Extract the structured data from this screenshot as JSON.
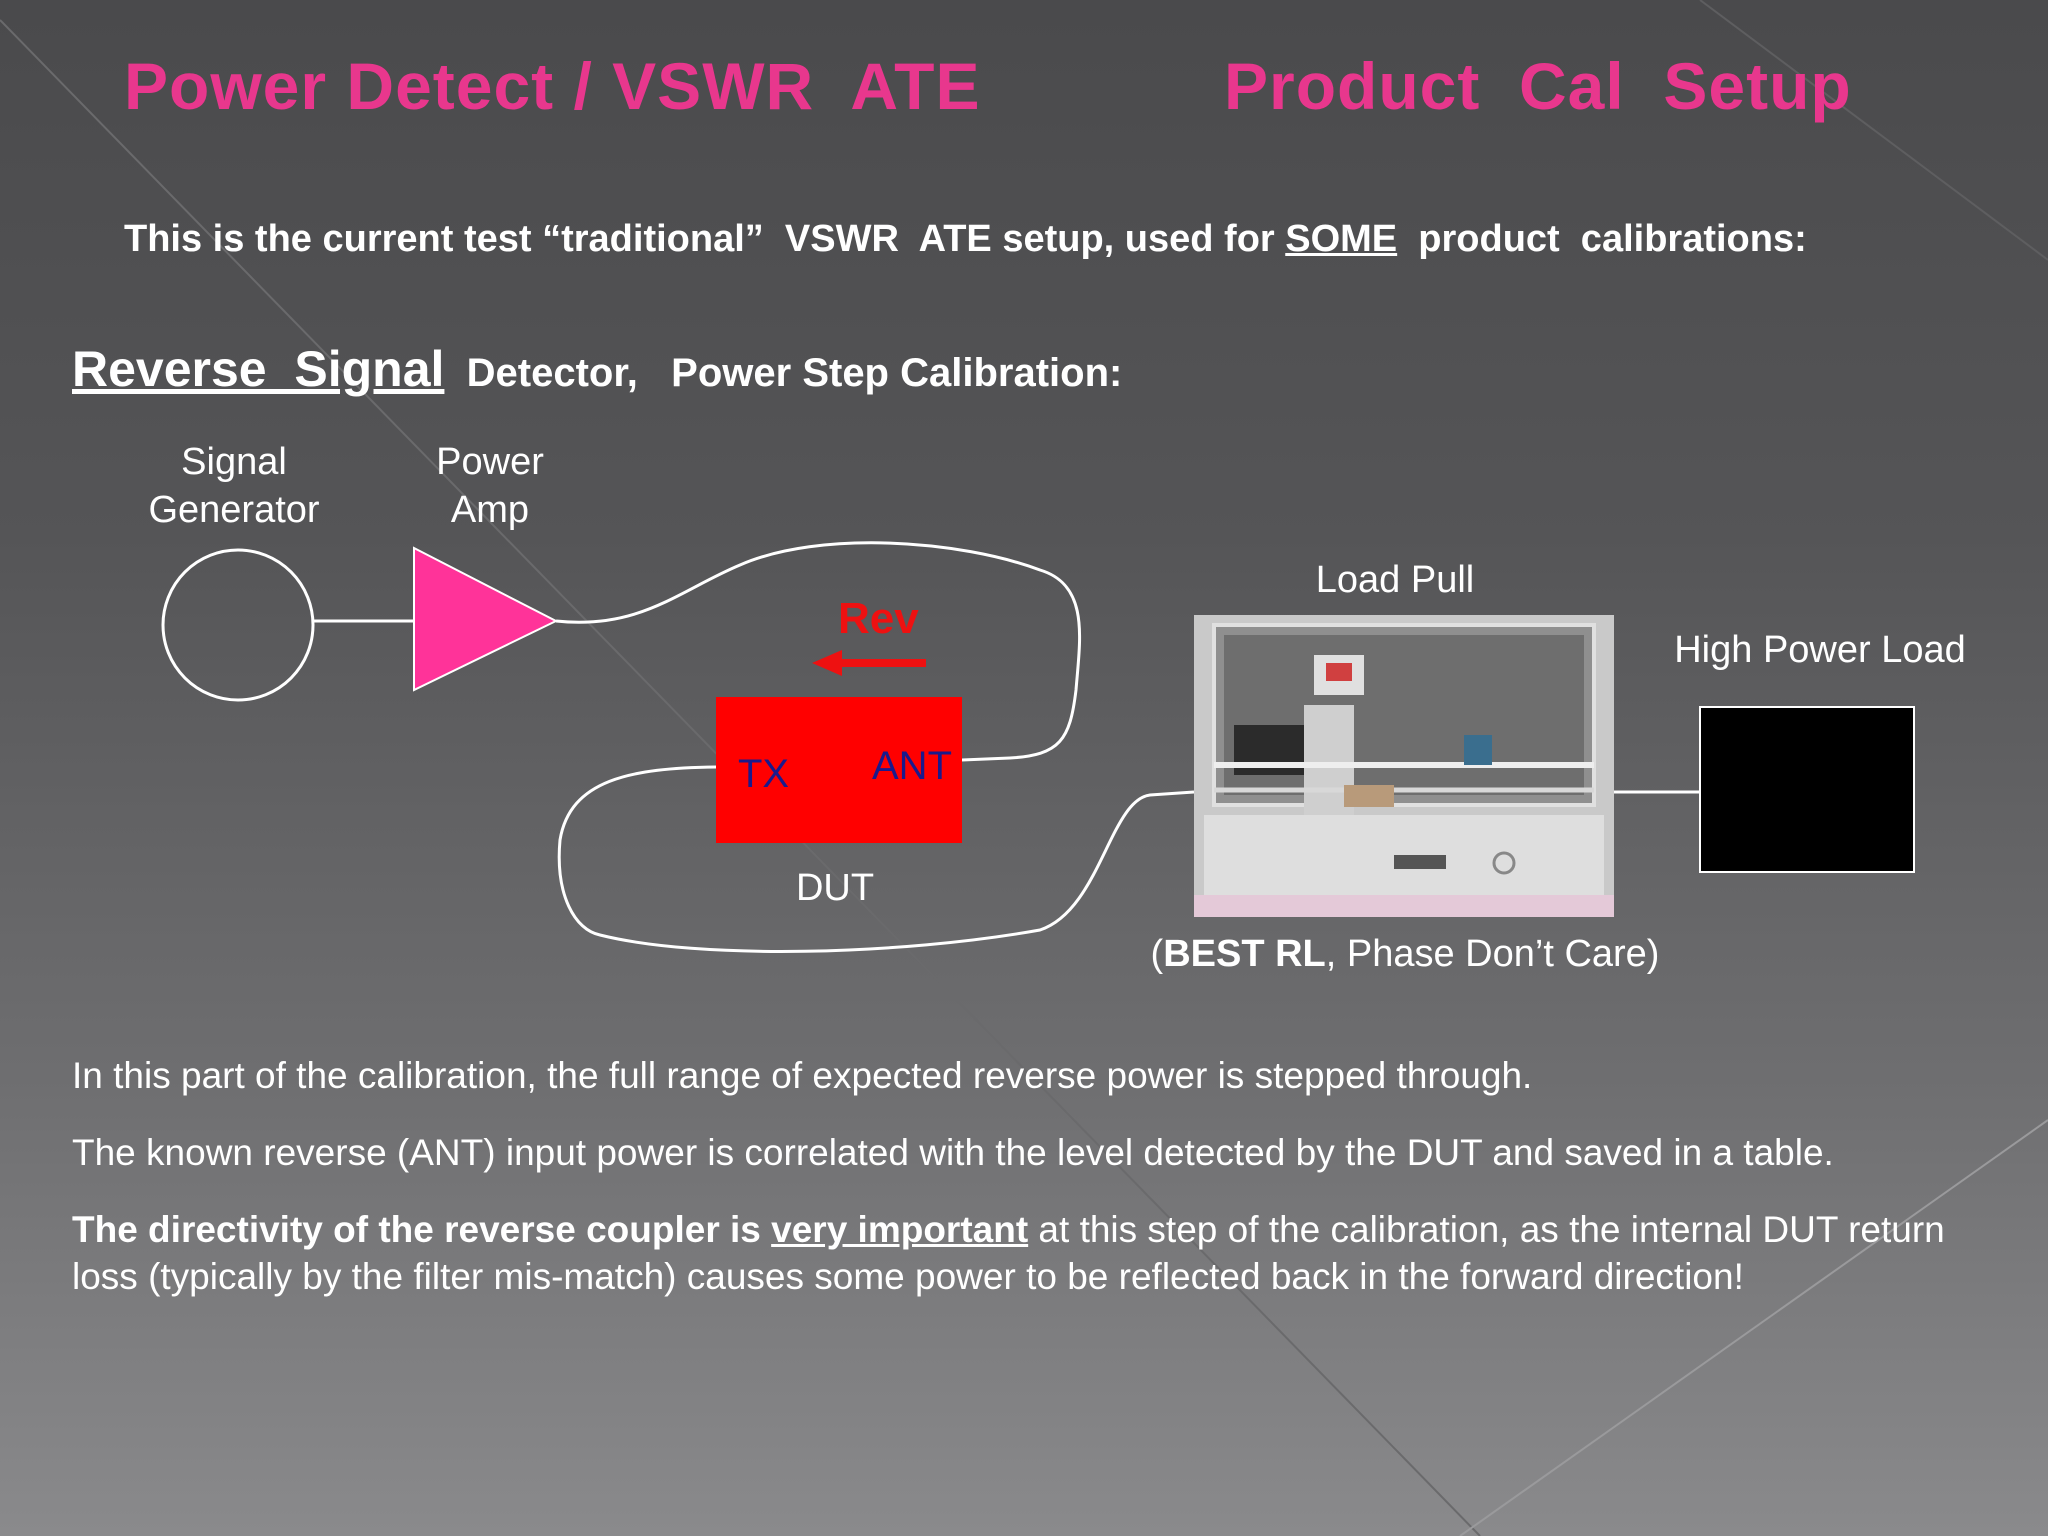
{
  "title_left": "Power Detect / VSWR  ATE",
  "title_right": "Product  Cal  Setup",
  "subtitle": {
    "before": "This is the current test “traditional”  VSWR  ATE setup, used for ",
    "emph": "SOME",
    "after": "  product  calibrations:"
  },
  "heading": {
    "emph": "Reverse  Signal",
    "rest": "  Detector,   Power Step Calibration:"
  },
  "diagram": {
    "signal_generator": "Signal\nGenerator",
    "power_amp": "Power\nAmp",
    "rev": "Rev",
    "tx": "TX",
    "ant": "ANT",
    "dut": "DUT",
    "load_pull": "Load Pull",
    "high_power_load": "High Power Load",
    "caption_open": "(",
    "caption_bold": "BEST RL",
    "caption_rest": ", Phase Don’t Care)",
    "colors": {
      "amp": "#ff3399",
      "dut": "#ff0000",
      "rev": "#ee1111",
      "tx_ant_text": "#1a1a8c",
      "load": "#000000"
    }
  },
  "paragraphs": {
    "p1": "In this part of the calibration, the full range of expected reverse power is stepped through.",
    "p2": "The known reverse (ANT) input power is correlated with the level detected by the DUT and saved in a table.",
    "p3_bold": "The directivity of the reverse coupler is ",
    "p3_bold_u": "very important",
    "p3_rest": " at this step of the calibration, as the internal DUT return loss (typically by the filter mis-match) causes some power to be reflected back in the forward direction!"
  }
}
